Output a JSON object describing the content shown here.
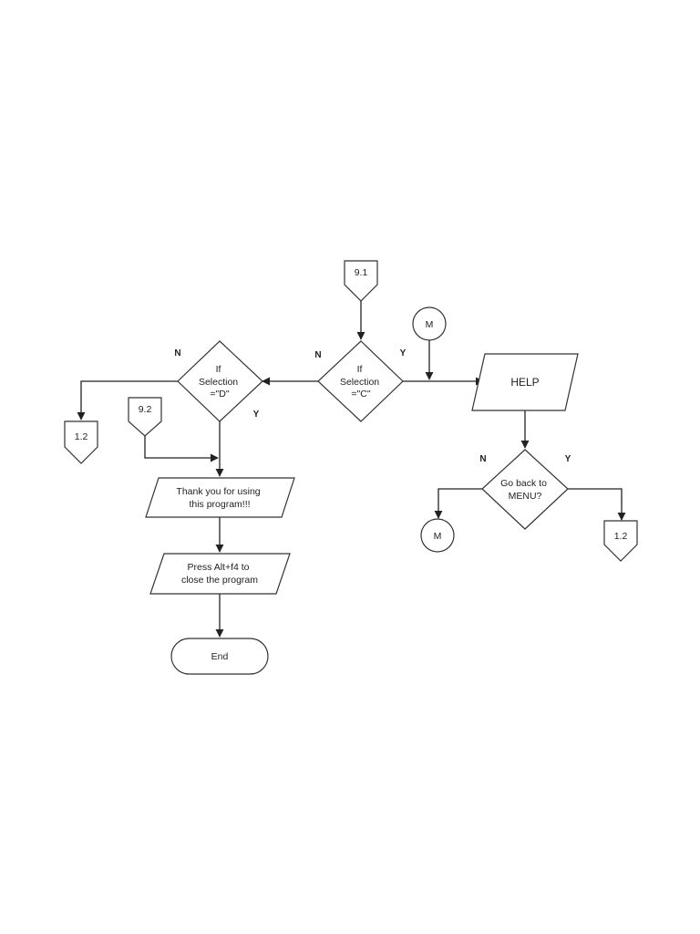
{
  "nodes": {
    "conn_9_1": "9.1",
    "conn_m_top": "M",
    "decision_c": [
      "If",
      "Selection",
      "=\"C\""
    ],
    "decision_d": [
      "If",
      "Selection",
      "=\"D\""
    ],
    "help": "HELP",
    "decision_menu": [
      "Go back to",
      "MENU?"
    ],
    "conn_m_bottom": "M",
    "conn_1_2_right": "1.2",
    "conn_1_2_left": "1.2",
    "conn_9_2": "9.2",
    "thank_you": [
      "Thank you for using",
      "this program!!!"
    ],
    "press_alt": [
      "Press Alt+f4 to",
      "close the program"
    ],
    "end": "End"
  },
  "branch_labels": {
    "c_no": "N",
    "c_yes": "Y",
    "d_no": "N",
    "d_yes": "Y",
    "menu_no": "N",
    "menu_yes": "Y"
  }
}
